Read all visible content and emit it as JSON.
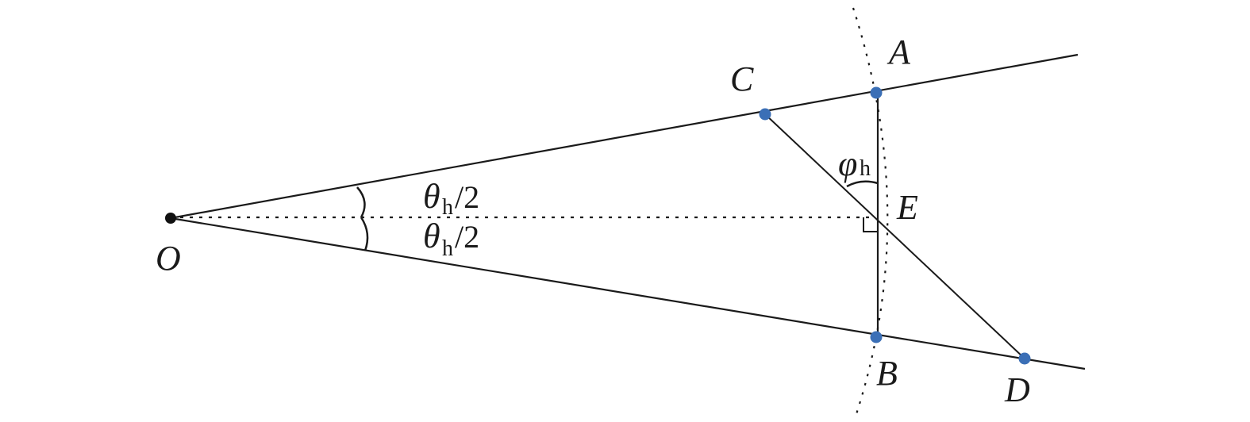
{
  "points": {
    "O": "O",
    "A": "A",
    "B": "B",
    "C": "C",
    "D": "D",
    "E": "E"
  },
  "angles": {
    "theta_upper": {
      "symbol": "θ",
      "subscript": "h",
      "suffix": "/2"
    },
    "theta_lower": {
      "symbol": "θ",
      "subscript": "h",
      "suffix": "/2"
    },
    "phi": {
      "symbol": "φ",
      "subscript": "h"
    }
  },
  "colors": {
    "line": "#1a1a1a",
    "point": "#3b6fb6",
    "origin": "#111111"
  }
}
